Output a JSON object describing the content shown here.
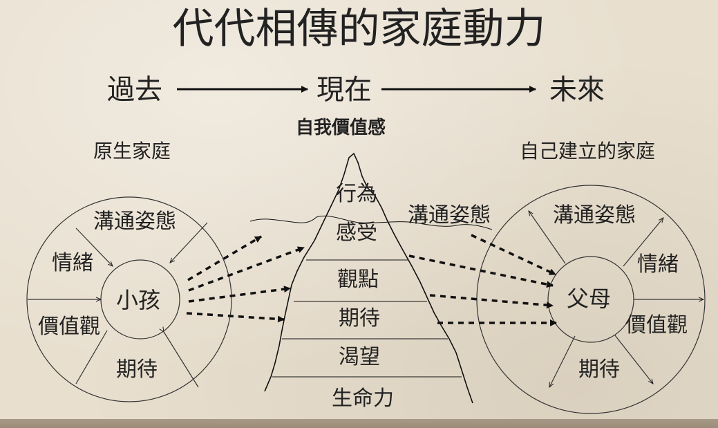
{
  "title": "代代相傳的家庭動力",
  "timeline": {
    "past": "過去",
    "present": "現在",
    "future": "未來"
  },
  "self_worth": "自我價值感",
  "origin_family": {
    "heading": "原生家庭",
    "center": "小孩",
    "labels": {
      "communication": "溝通姿態",
      "emotion": "情緒",
      "values": "價值觀",
      "expectation": "期待"
    }
  },
  "iceberg": {
    "communication": "溝通姿態",
    "layers": [
      "行為",
      "感受",
      "觀點",
      "期待",
      "渴望",
      "生命力"
    ]
  },
  "own_family": {
    "heading": "自己建立的家庭",
    "center": "父母",
    "labels": {
      "communication": "溝通姿態",
      "emotion": "情緒",
      "values": "價值觀",
      "expectation": "期待"
    }
  }
}
